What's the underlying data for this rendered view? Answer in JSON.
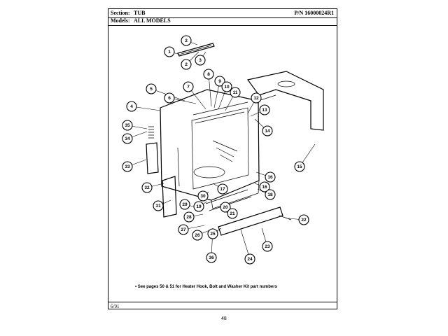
{
  "header": {
    "section_label": "Section:",
    "section_value": "TUB",
    "part_number": "P/N 16000024R1",
    "models_label": "Models:",
    "models_value": "ALL MODELS"
  },
  "callouts": [
    "1",
    "2",
    "2",
    "3",
    "4",
    "5",
    "6",
    "7",
    "8",
    "9",
    "10",
    "11",
    "12",
    "13",
    "14",
    "15",
    "16",
    "16",
    "18",
    "17",
    "19",
    "20",
    "21",
    "22",
    "23",
    "24",
    "25",
    "26",
    "27",
    "28",
    "29",
    "30",
    "31",
    "32",
    "33",
    "34",
    "35",
    "36",
    "8"
  ],
  "note": "• See pages 50 & 51 for Heater Hook, Bolt and Washer Kit part numbers",
  "footer": {
    "date": "6/91"
  },
  "page_number": "48"
}
